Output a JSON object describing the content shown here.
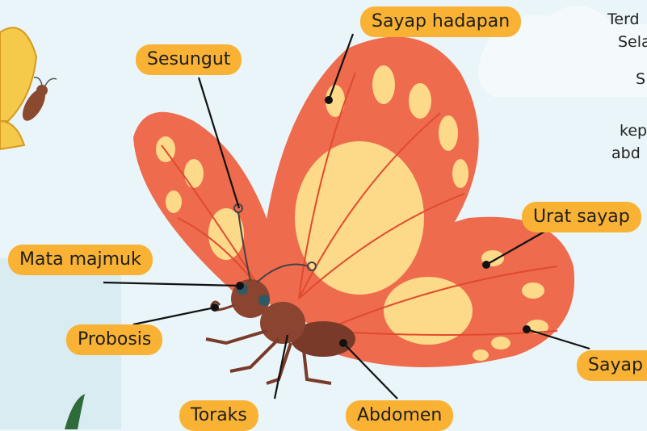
{
  "labels": {
    "forewing": "Sayap hadapan",
    "antenna": "Sesungut",
    "vein": "Urat sayap",
    "compound_eye": "Mata majmuk",
    "proboscis": "Probosis",
    "thorax": "Toraks",
    "abdomen": "Abdomen",
    "hindwing_partial": "Sayap"
  },
  "side_text": [
    "Terd",
    "Sela",
    "S",
    "kep",
    "abd"
  ],
  "colors": {
    "background": "#e9f5f8",
    "label_bg": "#f9b233",
    "wing": "#ee6b4d",
    "wing_spot": "#fdd98a",
    "body": "#7a3a2a"
  }
}
